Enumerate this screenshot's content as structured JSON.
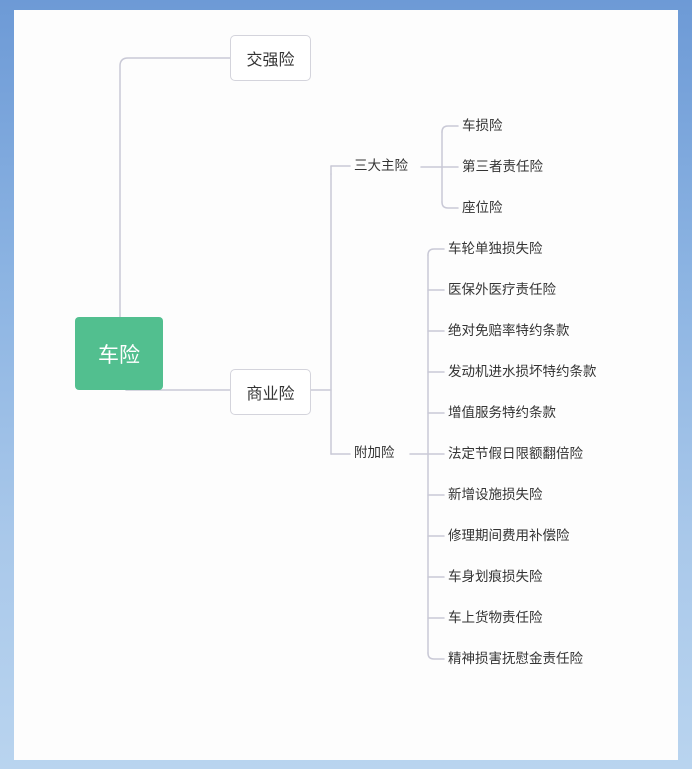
{
  "colors": {
    "root_fill": "#52bf8f",
    "line": "#c9c9d6",
    "text": "#333333",
    "box_border": "#d4d4dc"
  },
  "root": {
    "label": "车险"
  },
  "branches": [
    {
      "label": "交强险"
    },
    {
      "label": "商业险",
      "groups": [
        {
          "label": "三大主险",
          "items": [
            "车损险",
            "第三者责任险",
            "座位险"
          ]
        },
        {
          "label": "附加险",
          "items": [
            "车轮单独损失险",
            "医保外医疗责任险",
            "绝对免赔率特约条款",
            "发动机进水损坏特约条款",
            "增值服务特约条款",
            "法定节假日限额翻倍险",
            "新增设施损失险",
            "修理期间费用补偿险",
            "车身划痕损失险",
            "车上货物责任险",
            "精神损害抚慰金责任险"
          ]
        }
      ]
    }
  ]
}
